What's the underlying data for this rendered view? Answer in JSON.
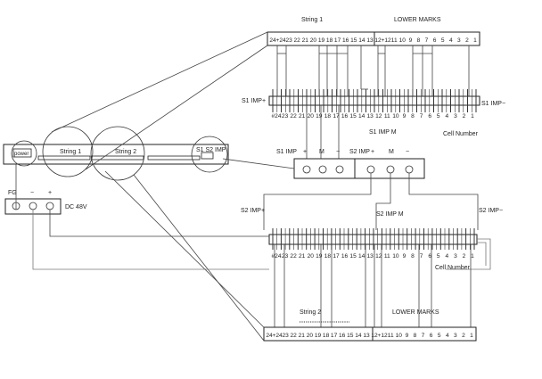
{
  "labels": {
    "string1": "String 1",
    "string2": "String 2",
    "lower_marks": "LOWER MARKS",
    "s1_imp_plus": "S1 IMP+",
    "s1_imp_minus": "S1 IMP−",
    "s2_imp_plus": "S2 IMP+",
    "s2_imp_minus": "S2 IMP−",
    "s1_imp_m": "S1 IMP M",
    "s2_imp_m": "S2 IMP M",
    "cell_number": "Cell Number",
    "dc": "DC 48V",
    "fg": "FG",
    "minus": "−",
    "plus": "+",
    "power": "power",
    "unit_string1": "String 1",
    "unit_string2": "String 2",
    "unit_s1s2": "S1 S2 IMP",
    "tb_s1_imp": "S1 IMP",
    "tb_s2_imp": "S2 IMP",
    "tb_m": "M",
    "tb_plus": "+",
    "tb_minus": "−"
  },
  "string1_top_numbers": [
    "24",
    "+24",
    "23",
    "22",
    "21",
    "20",
    "19",
    "18",
    "17",
    "16",
    "15",
    "14",
    "13",
    "12",
    "+12",
    "11",
    "10",
    "9",
    "8",
    "7",
    "6",
    "5",
    "4",
    "3",
    "2",
    "1"
  ],
  "string1_cell_numbers": [
    "#24",
    "23",
    "22",
    "21",
    "20",
    "19",
    "18",
    "17",
    "16",
    "15",
    "14",
    "13",
    "12",
    "11",
    "10",
    "9",
    "8",
    "7",
    "6",
    "5",
    "4",
    "3",
    "2",
    "1"
  ],
  "string2_cell_numbers": [
    "#24",
    "23",
    "22",
    "21",
    "20",
    "19",
    "18",
    "17",
    "16",
    "15",
    "14",
    "13",
    "12",
    "11",
    "10",
    "9",
    "8",
    "7",
    "6",
    "5",
    "4",
    "3",
    "2",
    "1"
  ],
  "string2_bottom_numbers": [
    "24",
    "+24",
    "23",
    "22",
    "21",
    "20",
    "19",
    "18",
    "17",
    "16",
    "15",
    "14",
    "13",
    "12",
    "+12",
    "11",
    "10",
    "9",
    "8",
    "7",
    "6",
    "5",
    "4",
    "3",
    "2",
    "1"
  ]
}
